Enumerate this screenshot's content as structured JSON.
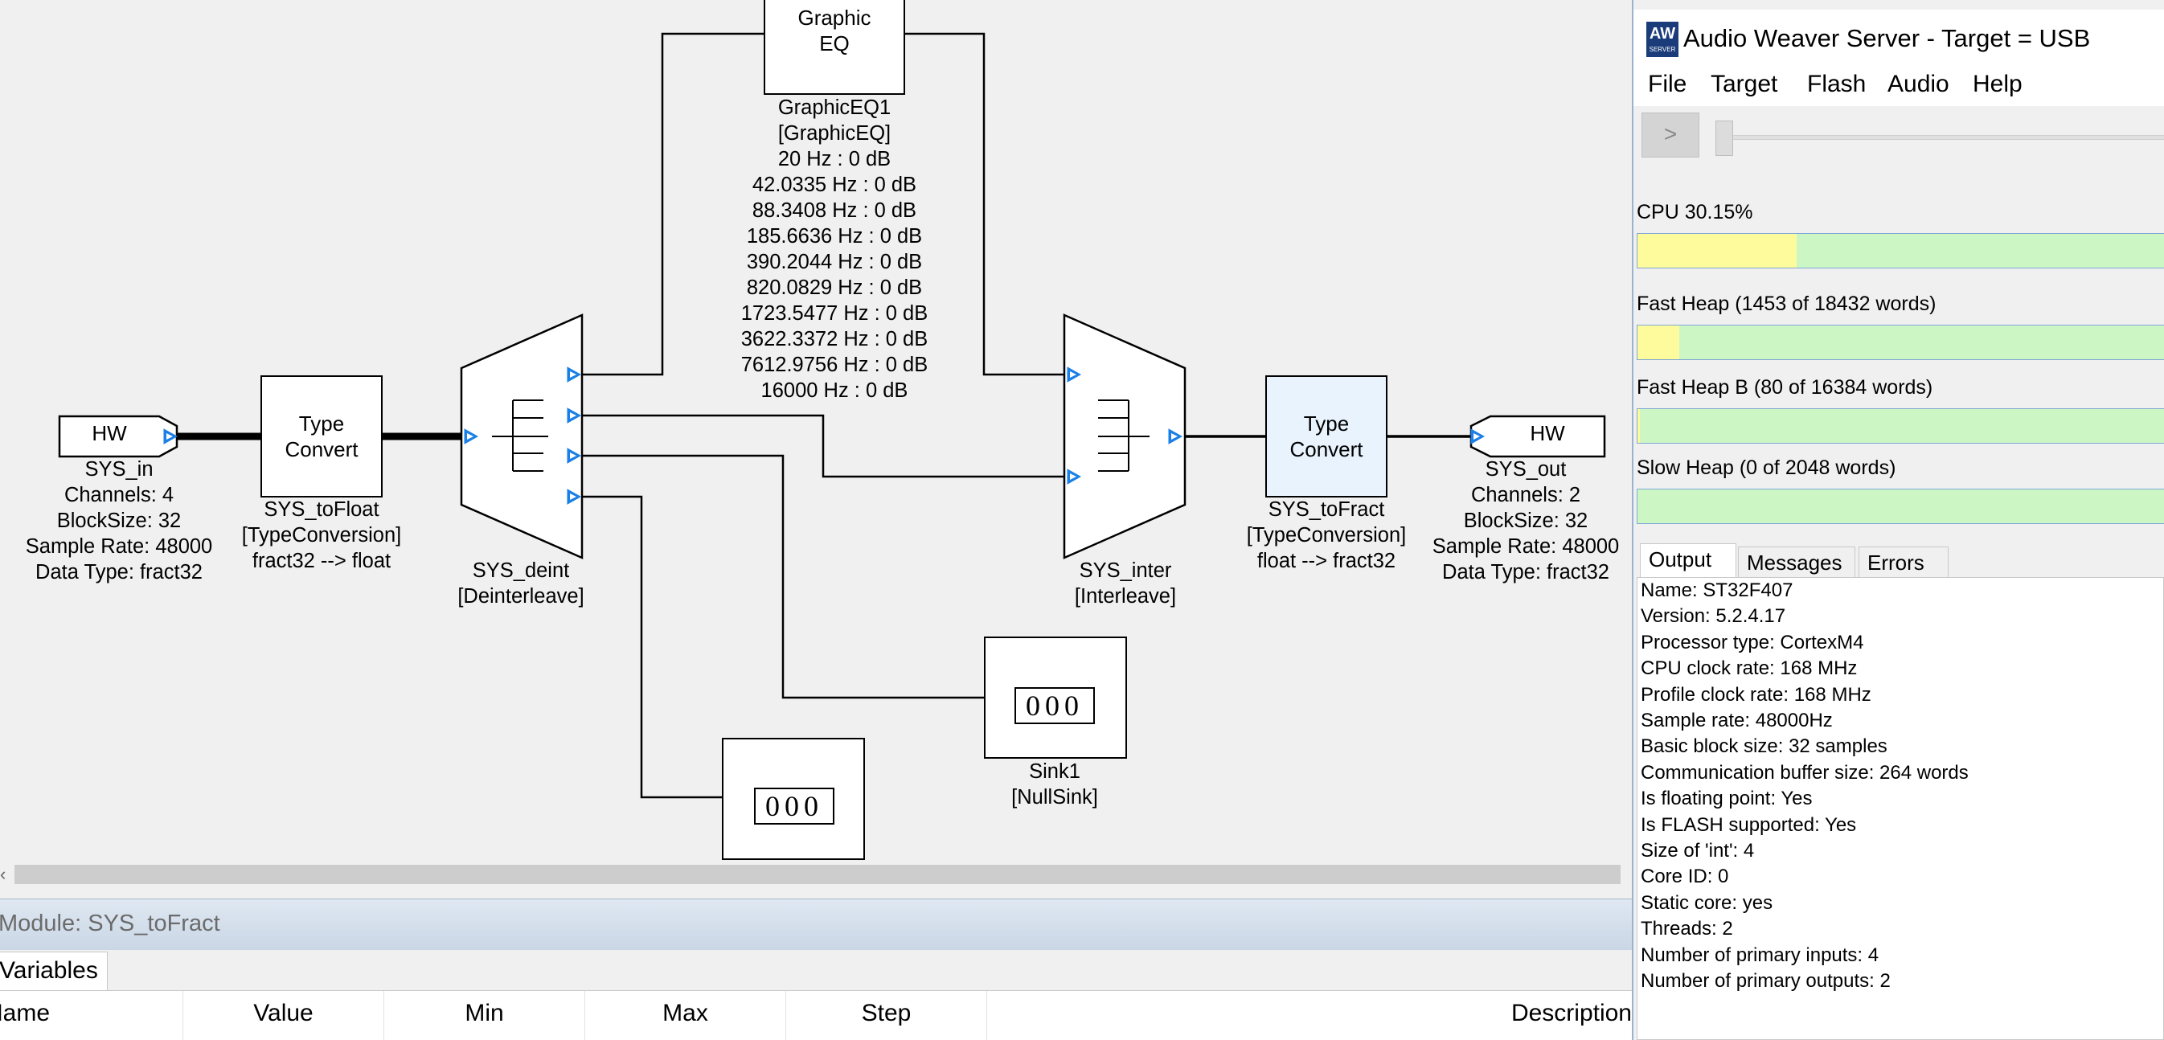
{
  "diagram": {
    "hw_in": {
      "label": "HW",
      "info": "SYS_in\nChannels: 4\nBlockSize: 32\nSample Rate: 48000\nData Type: fract32"
    },
    "to_float": {
      "label": "Type\nConvert",
      "info": "SYS_toFloat\n[TypeConversion]\nfract32 --> float"
    },
    "deint": {
      "info": "SYS_deint\n[Deinterleave]"
    },
    "geq": {
      "label": "Graphic\nEQ",
      "info": "GraphicEQ1\n[GraphicEQ]\n20 Hz : 0 dB\n42.0335 Hz : 0 dB\n88.3408 Hz : 0 dB\n185.6636 Hz : 0 dB\n390.2044 Hz : 0 dB\n820.0829 Hz : 0 dB\n1723.5477 Hz : 0 dB\n3622.3372 Hz : 0 dB\n7612.9756 Hz : 0 dB\n16000 Hz : 0 dB"
    },
    "inter": {
      "info": "SYS_inter\n[Interleave]"
    },
    "to_fract": {
      "label": "Type\nConvert",
      "info": "SYS_toFract\n[TypeConversion]\nfloat --> fract32"
    },
    "hw_out": {
      "label": "HW",
      "info": "SYS_out\nChannels: 2\nBlockSize: 32\nSample Rate: 48000\nData Type: fract32"
    },
    "sink1": {
      "counter": "000",
      "info": "Sink1\n[NullSink]"
    },
    "sink2": {
      "counter": "000"
    }
  },
  "module_panel": {
    "title": "Module: SYS_toFract",
    "tab": "Variables",
    "columns": [
      "Name",
      "Value",
      "Min",
      "Max",
      "Step",
      "Description"
    ]
  },
  "server": {
    "title": "Audio Weaver Server - Target = USB",
    "logo_text": "AW",
    "logo_sub": "SERVER",
    "menu": [
      "File",
      "Target",
      "Flash",
      "Audio",
      "Help"
    ],
    "play_symbol": ">",
    "meters": [
      {
        "label": "CPU 30.15%",
        "fill": 0.3015,
        "color": "#fdfb9b"
      },
      {
        "label": "Fast Heap (1453 of 18432 words)",
        "fill": 0.0788,
        "color": "#fdfb9b"
      },
      {
        "label": "Fast Heap B (80 of 16384 words)",
        "fill": 0.0049,
        "color": "#fdfb9b"
      },
      {
        "label": "Slow Heap (0 of 2048 words)",
        "fill": 0,
        "color": "#fdfb9b"
      }
    ],
    "tabs": [
      "Output",
      "Messages",
      "Errors"
    ],
    "output_lines": [
      "Name: ST32F407",
      "Version: 5.2.4.17",
      "Processor type: CortexM4",
      "CPU clock rate: 168 MHz",
      "Profile clock rate: 168 MHz",
      "Sample rate: 48000Hz",
      "Basic block size: 32 samples",
      "Communication buffer size: 264 words",
      "Is floating point: Yes",
      "Is FLASH supported: Yes",
      "Size of 'int': 4",
      "Core ID: 0",
      "Static core: yes",
      "Threads: 2",
      "Number of primary inputs: 4",
      "Number of primary outputs: 2"
    ]
  }
}
